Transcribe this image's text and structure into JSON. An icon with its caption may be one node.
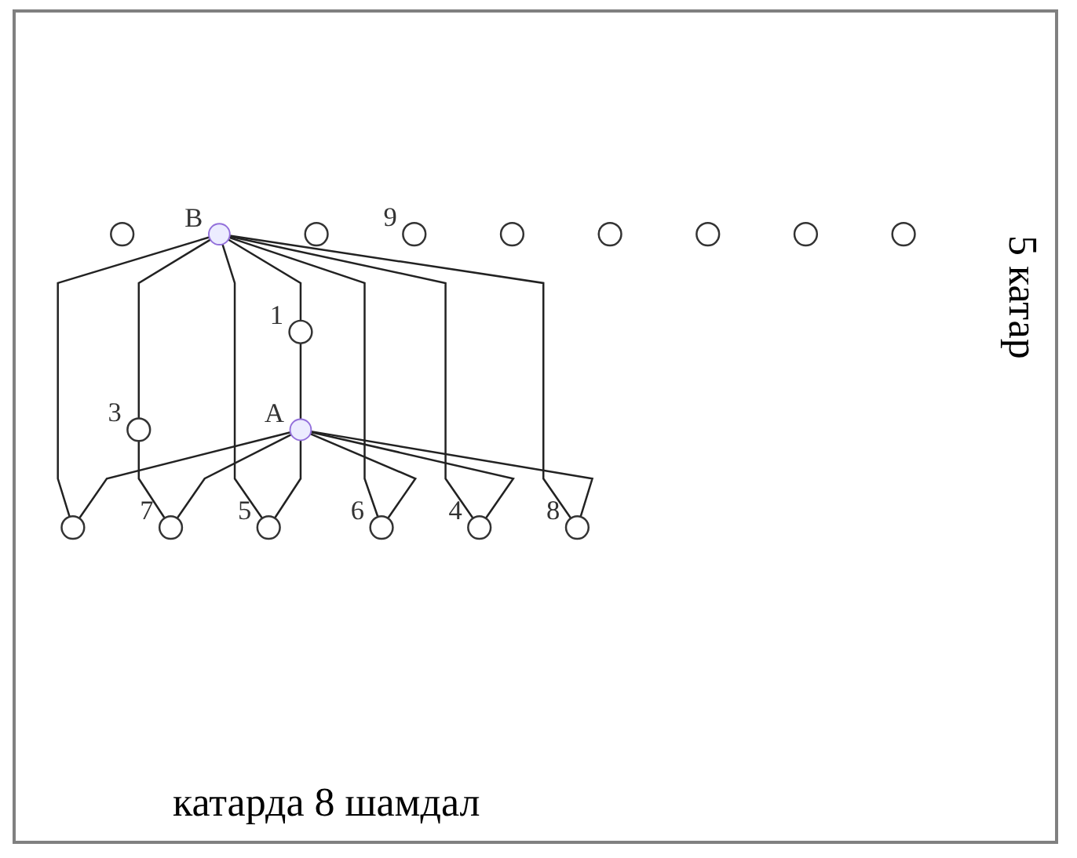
{
  "diagram": {
    "nodes": [
      {
        "text": [],
        "shape": "ellipse",
        "beside": [
          "1"
        ]
      },
      {
        "text": [],
        "shape": "ellipse"
      },
      {
        "text": [],
        "shape": "ellipse",
        "beside": [
          "5"
        ]
      },
      {
        "text": [],
        "shape": "ellipse"
      },
      {
        "text": [],
        "shape": "circle",
        "beside": [
          "B"
        ]
      },
      {
        "text": [],
        "shape": "circle",
        "beside": [
          "A"
        ]
      },
      {
        "text": [],
        "shape": "ellipse",
        "beside": [
          "3"
        ]
      },
      {
        "text": [],
        "shape": "ellipse",
        "beside": [
          "4"
        ]
      },
      {
        "text": [],
        "shape": "ellipse",
        "beside": [
          "6"
        ]
      },
      {
        "text": [],
        "shape": "ellipse"
      },
      {
        "text": [],
        "shape": "ellipse",
        "beside": [
          "7"
        ]
      },
      {
        "text": [],
        "shape": "ellipse",
        "beside": [
          "8"
        ]
      },
      {
        "text": [],
        "shape": "ellipse",
        "beside": [
          "9"
        ]
      },
      {
        "text": [],
        "shape": "ellipse"
      },
      {
        "text": [],
        "shape": "ellipse"
      },
      {
        "text": [],
        "shape": "ellipse"
      },
      {
        "text": [],
        "shape": "ellipse"
      },
      {
        "text": [],
        "shape": "ellipse"
      }
    ],
    "edges": [
      {
        "from": 4,
        "to": 0,
        "arrow": "none"
      },
      {
        "from": 4,
        "to": 6,
        "arrow": "none"
      },
      {
        "from": 6,
        "to": 10,
        "arrow": "none"
      },
      {
        "from": 4,
        "to": 1,
        "arrow": "none"
      },
      {
        "from": 5,
        "to": 1,
        "arrow": "none"
      },
      {
        "from": 0,
        "to": 5,
        "arrow": "none"
      },
      {
        "from": 5,
        "to": 10,
        "arrow": "none"
      },
      {
        "from": 4,
        "to": 2,
        "arrow": "none"
      },
      {
        "from": 5,
        "to": 2,
        "arrow": "none"
      },
      {
        "from": 4,
        "to": 8,
        "arrow": "none"
      },
      {
        "from": 5,
        "to": 8,
        "arrow": "none"
      },
      {
        "from": 4,
        "to": 7,
        "arrow": "none"
      },
      {
        "from": 5,
        "to": 7,
        "arrow": "none"
      },
      {
        "from": 4,
        "to": 11,
        "arrow": "none"
      },
      {
        "from": 5,
        "to": 11,
        "arrow": "none"
      }
    ],
    "labels": [
      "5 катар",
      "катарда 8 шамдал"
    ]
  }
}
